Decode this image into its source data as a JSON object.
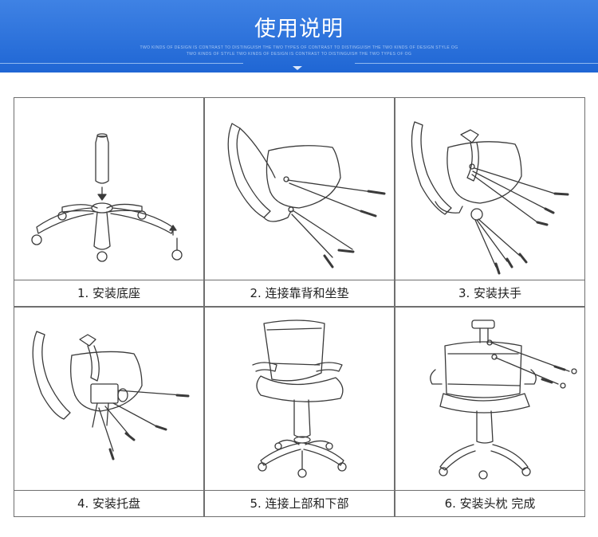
{
  "header": {
    "title": "使用说明",
    "subtitle_line1": "TWO KINDS OF DESIGN IS CONTRAST TO DISTINGUISH THE TWO TYPES OF CONTRAST TO DISTINGUISH THE TWO KINDS OF DESIGN STYLE OG",
    "subtitle_line2": "TWO KINDS OF STYLE TWO KINDS OF DESIGN IS CONTRAST TO DISTINGUISH THE TWO TYPES OF OG",
    "background_color": "#2b72dc"
  },
  "steps": [
    {
      "caption": "1. 安装底座",
      "icon": "chair-base-assembly-icon"
    },
    {
      "caption": "2. 连接靠背和坐垫",
      "icon": "backrest-seat-connect-icon"
    },
    {
      "caption": "3. 安装扶手",
      "icon": "armrest-install-icon"
    },
    {
      "caption": "4. 安装托盘",
      "icon": "tray-mechanism-install-icon"
    },
    {
      "caption": "5. 连接上部和下部",
      "icon": "upper-lower-connect-icon"
    },
    {
      "caption": "6. 安装头枕 完成",
      "icon": "headrest-complete-icon"
    }
  ]
}
